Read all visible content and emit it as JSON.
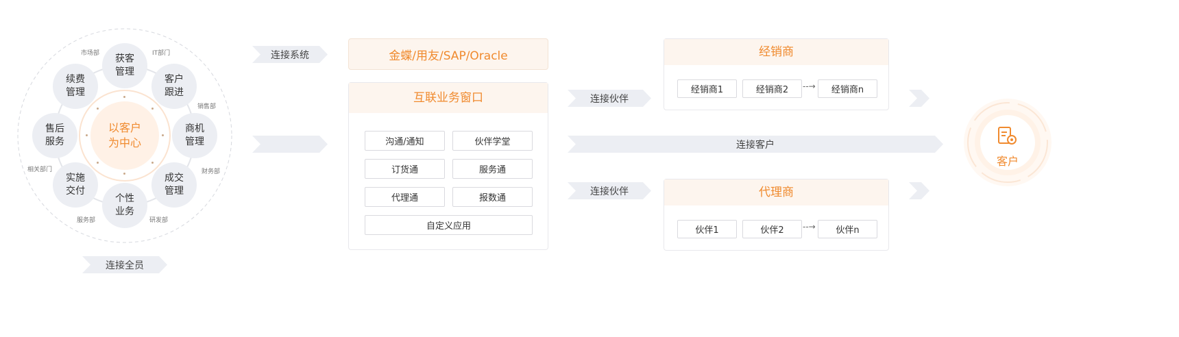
{
  "wheel": {
    "center_line1": "以客户",
    "center_line2": "为中心",
    "nodes": [
      "获客管理",
      "客户跟进",
      "商机管理",
      "成交管理",
      "个性业务",
      "实施交付",
      "售后服务",
      "续费管理"
    ],
    "departments": [
      "市场部",
      "IT部门",
      "销售部",
      "财务部",
      "研发部",
      "服务部",
      "相关部门"
    ],
    "label": "连接全员"
  },
  "system_connect": {
    "label": "连接系统",
    "erp": "金蝶/用友/SAP/Oracle"
  },
  "window": {
    "title": "互联业务窗口",
    "apps": [
      "沟通/通知",
      "伙伴学堂",
      "订货通",
      "服务通",
      "代理通",
      "报数通"
    ],
    "custom_app": "自定义应用"
  },
  "partners": {
    "connect_label_top": "连接伙伴",
    "connect_label_bottom": "连接伙伴",
    "connect_customer": "连接客户",
    "dealer": {
      "title": "经销商",
      "items": [
        "经销商1",
        "经销商2",
        "经销商n"
      ]
    },
    "agent": {
      "title": "代理商",
      "items": [
        "伙伴1",
        "伙伴2",
        "伙伴n"
      ]
    }
  },
  "customer": {
    "label": "客户",
    "icon": "document-gear-icon"
  },
  "colors": {
    "accent": "#f08a2e",
    "chevron": "#eceef3",
    "panel_head": "#fdf5ee"
  }
}
